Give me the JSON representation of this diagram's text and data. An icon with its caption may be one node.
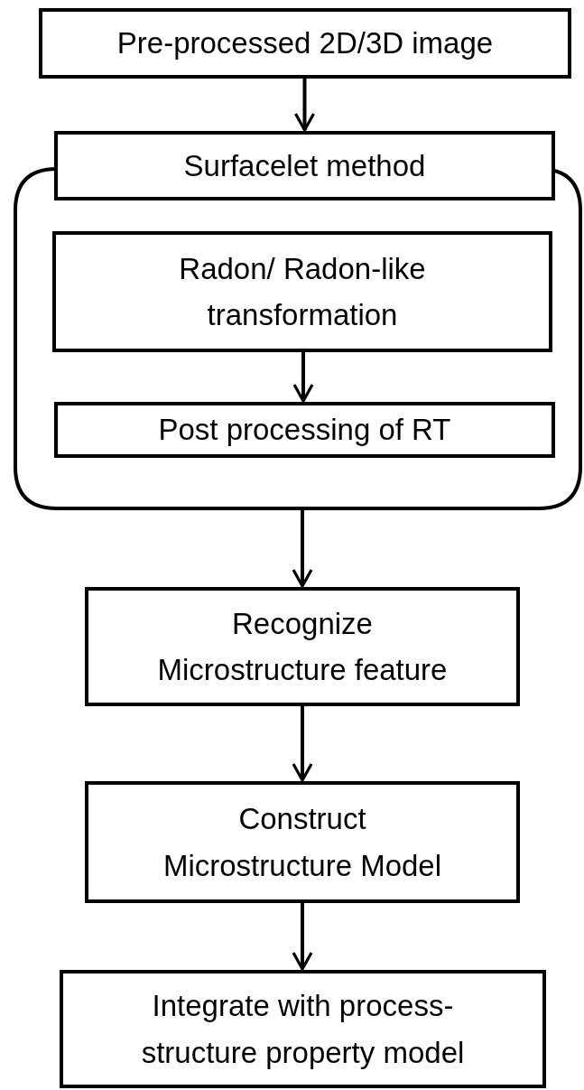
{
  "diagram": {
    "nodes": [
      {
        "text": [
          "Pre-processed 2D/3D image"
        ]
      },
      {
        "text": [
          "Surfacelet method"
        ]
      },
      {
        "text": [],
        "shape": "box"
      },
      {
        "text": [
          "Radon/ Radon-like transformation"
        ],
        "in": 2
      },
      {
        "text": [
          "Post processing of RT"
        ],
        "in": 2
      },
      {
        "text": [
          "Recognize Microstructure feature"
        ]
      },
      {
        "text": [
          "Construct Microstructure Model"
        ]
      },
      {
        "text": [
          "Integrate with process-structure property model"
        ]
      }
    ],
    "edges": [
      {
        "from": 0,
        "to": 1,
        "arrow": "to"
      },
      {
        "from": 3,
        "to": 4,
        "arrow": "to"
      },
      {
        "from": 2,
        "to": 5,
        "arrow": "to"
      },
      {
        "from": 5,
        "to": 6,
        "arrow": "to"
      },
      {
        "from": 6,
        "to": 7,
        "arrow": "to"
      }
    ]
  }
}
